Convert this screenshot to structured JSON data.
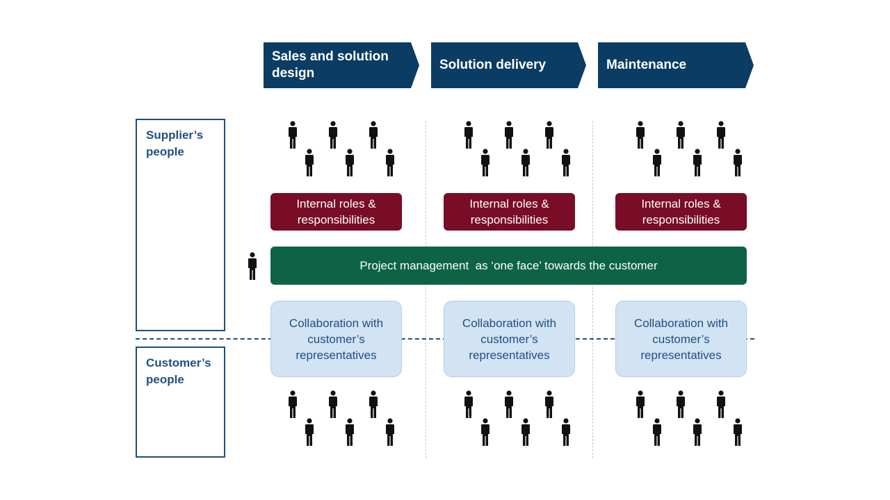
{
  "phases": [
    {
      "label": "Sales and solution design"
    },
    {
      "label": "Solution delivery"
    },
    {
      "label": "Maintenance"
    }
  ],
  "supplier_label": "Supplier’s people",
  "customer_label": "Customer’s people",
  "roles_label": "Internal roles & responsibilities",
  "pm_label": "Project management  as ‘one face’ towards the customer",
  "collab_label": "Collaboration with customer’s representatives",
  "colors": {
    "phase": "#0b3c63",
    "roles": "#790c26",
    "pm": "#0e6346",
    "collab": "#d2e3f4",
    "person": "#111111"
  },
  "icons": [
    "person-icon"
  ]
}
